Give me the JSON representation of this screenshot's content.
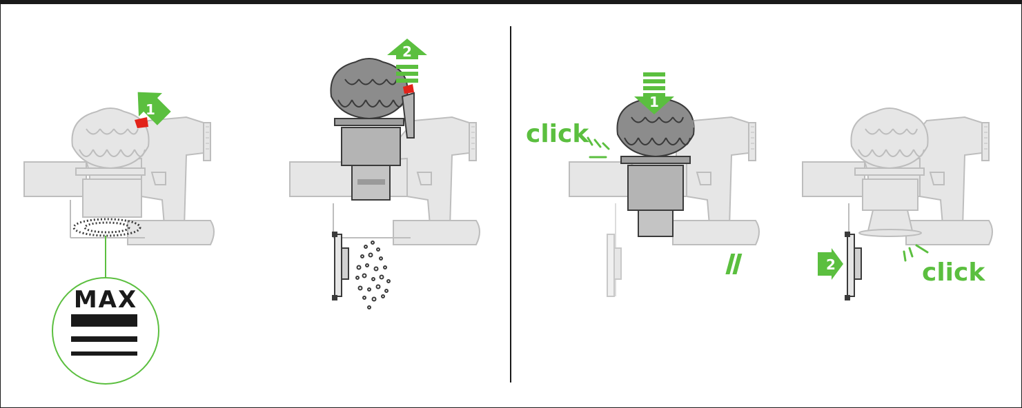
{
  "colors": {
    "accent_green": "#5bbf3f",
    "red_catch": "#e2231a",
    "body_light": "#e6e6e6",
    "outline": "#bdbdbd",
    "dark": "#1a1a1a",
    "bin_grey": "#b4b4b4"
  },
  "panel1": {
    "step_number": "1",
    "max_label": "MAX"
  },
  "panel2": {
    "step_number": "2"
  },
  "panel3": {
    "step_number": "1",
    "click_label": "click"
  },
  "panel4": {
    "step_number": "2",
    "click_label": "click"
  }
}
